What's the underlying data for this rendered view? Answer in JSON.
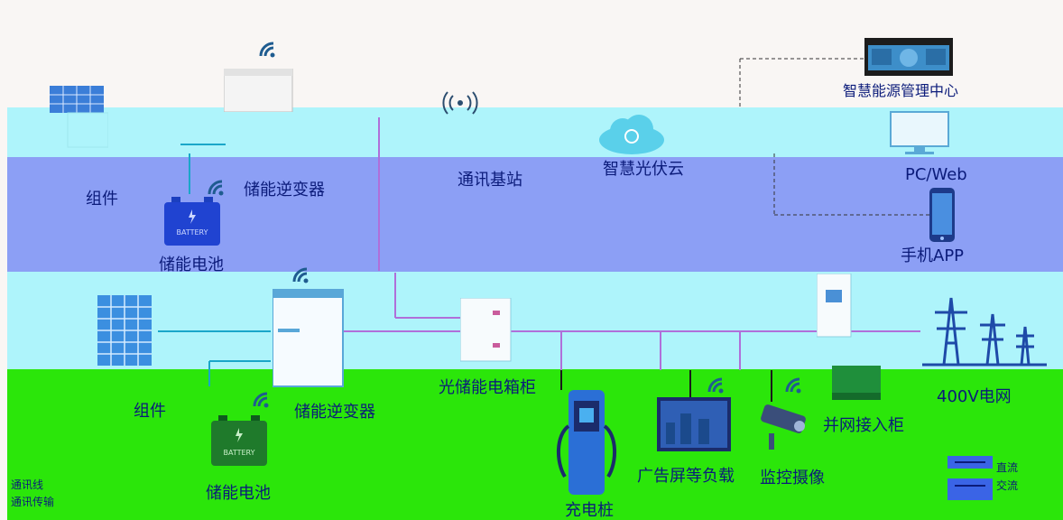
{
  "top": {
    "module_label": "组件",
    "inverter_label": "储能逆变器",
    "battery_label": "储能电池",
    "battery_text": "BATTERY",
    "base_station_label": "通讯基站",
    "cloud_label": "智慧光伏云",
    "center_label": "智慧能源管理中心",
    "pc_label": "PC/Web",
    "phone_label": "手机APP"
  },
  "bottom": {
    "module_label": "组件",
    "inverter_label": "储能逆变器",
    "battery_label": "储能电池",
    "battery_text": "BATTERY",
    "cabinet_label": "光储能电箱柜",
    "charger_label": "充电桩",
    "ad_screen_label": "广告屏等负载",
    "camera_label": "监控摄像",
    "grid_cabinet_label": "并网接入柜",
    "grid_label": "400V电网"
  },
  "legend": {
    "comm_line": "通讯线",
    "comm_transfer": "通讯传输",
    "dc": "直流",
    "ac": "交流"
  },
  "colors": {
    "band_cyan": "#aef4fb",
    "band_blue": "#8c9ff5",
    "band_green": "#2be60a",
    "text": "#0b1b7a",
    "panel": "#3b7ed8",
    "wire": "#b06fd9"
  }
}
